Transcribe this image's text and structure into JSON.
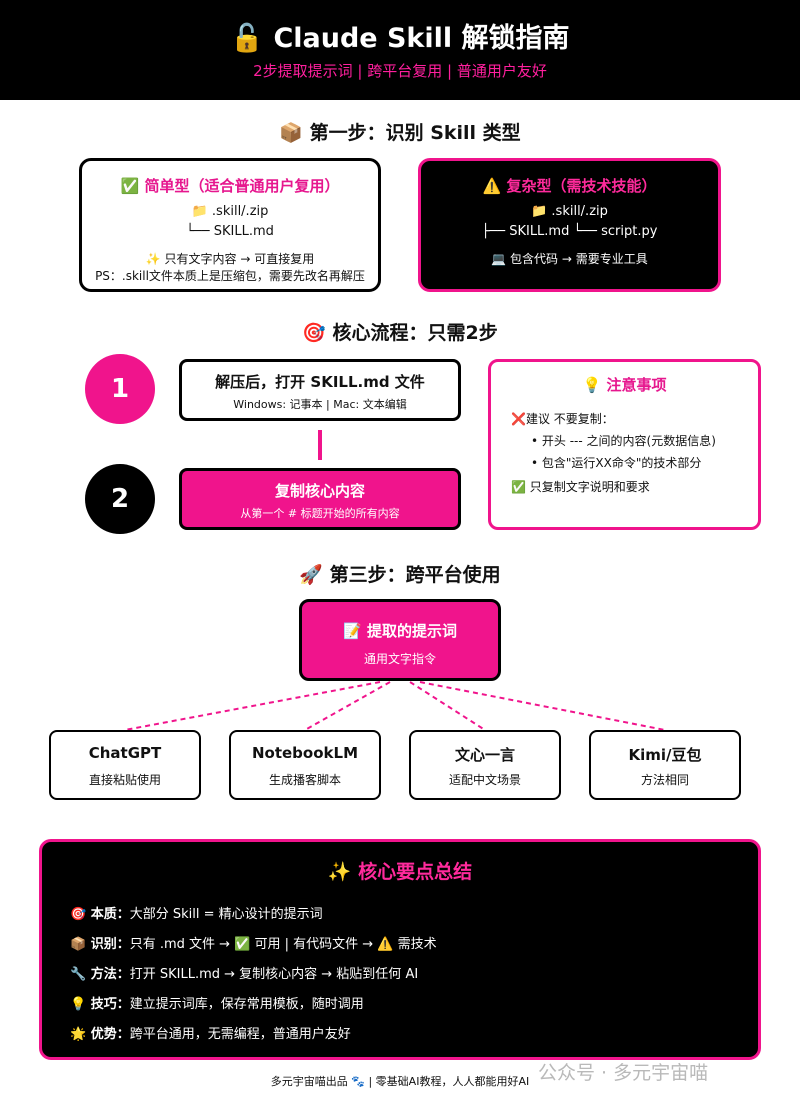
{
  "header": {
    "title": "🔓 Claude Skill 解锁指南",
    "subtitle": "2步提取提示词 | 跨平台复用 | 普通用户友好"
  },
  "section1": {
    "title": "📦 第一步：识别 Skill 类型",
    "simple": {
      "title": "✅ 简单型（适合普通用户复用）",
      "line1": "📁 .skill/.zip",
      "line2": "└── SKILL.md",
      "line3": "✨ 只有文字内容 → 可直接复用",
      "line4": "PS：.skill文件本质上是压缩包，需要先改名再解压"
    },
    "complex": {
      "title": "⚠️ 复杂型（需技术技能）",
      "line1": "📁 .skill/.zip",
      "line2": "├── SKILL.md    └── script.py",
      "line3": "💻 包含代码 → 需要专业工具"
    }
  },
  "section2": {
    "title": "🎯 核心流程：只需2步",
    "step1": {
      "num": "1",
      "title": "解压后，打开 SKILL.md 文件",
      "desc": "Windows: 记事本 | Mac: 文本编辑"
    },
    "step2": {
      "num": "2",
      "title": "复制核心内容",
      "desc": "从第一个 # 标题开始的所有内容"
    },
    "notes": {
      "title": "💡 注意事项",
      "line1": "❌建议 不要复制：",
      "line2": "• 开头 --- 之间的内容(元数据信息)",
      "line3": "• 包含\"运行XX命令\"的技术部分",
      "line4": "✅ 只复制文字说明和要求"
    }
  },
  "section3": {
    "title": "🚀 第三步：跨平台使用",
    "extract": {
      "title": "📝 提取的提示词",
      "desc": "通用文字指令"
    },
    "platforms": [
      {
        "name": "ChatGPT",
        "desc": "直接粘贴使用"
      },
      {
        "name": "NotebookLM",
        "desc": "生成播客脚本"
      },
      {
        "name": "文心一言",
        "desc": "适配中文场景"
      },
      {
        "name": "Kimi/豆包",
        "desc": "方法相同"
      }
    ]
  },
  "summary": {
    "title": "✨ 核心要点总结",
    "rows": [
      {
        "label": "🎯 本质：",
        "text": "大部分 Skill = 精心设计的提示词"
      },
      {
        "label": "📦 识别：",
        "text": "只有 .md 文件 → ✅ 可用 | 有代码文件 → ⚠️ 需技术"
      },
      {
        "label": "🔧 方法：",
        "text": "打开 SKILL.md → 复制核心内容 → 粘贴到任何 AI"
      },
      {
        "label": "💡 技巧：",
        "text": "建立提示词库，保存常用模板，随时调用"
      },
      {
        "label": "🌟 优势：",
        "text": "跨平台通用，无需编程，普通用户友好"
      }
    ]
  },
  "footer": "多元宇宙喵出品 🐾 | 零基础AI教程，人人都能用好AI",
  "watermark": "公众号 · 多元宇宙喵",
  "colors": {
    "accent": "#f0148c",
    "dark": "#000000"
  }
}
